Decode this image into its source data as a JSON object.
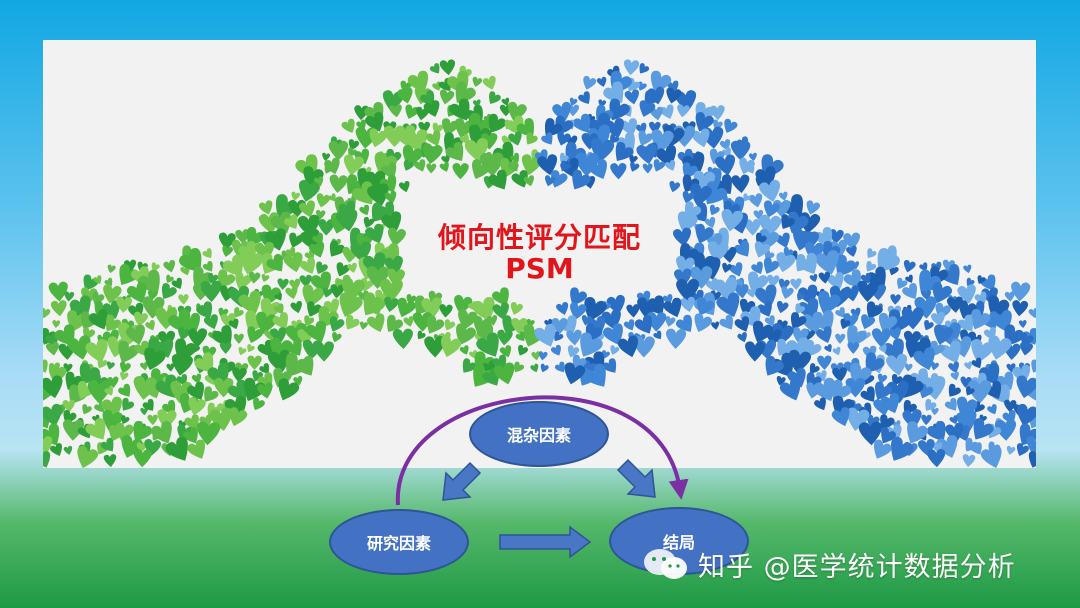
{
  "slide": {
    "title_cn": "倾向性评分匹配",
    "title_en": "PSM"
  },
  "diagram": {
    "nodes": {
      "confounder": "混杂因素",
      "exposure": "研究因素",
      "outcome": "结局"
    },
    "colors": {
      "node_fill": "#4372c4",
      "node_border": "#2e5596",
      "arrow_fill": "#4a76c6",
      "curved_arrow": "#7b2fa3"
    }
  },
  "watermark": {
    "text": "知乎 @医学统计数据分析",
    "icon": "wechat-icon"
  },
  "colors": {
    "title": "#e2151b",
    "left_hand": "#3fae3a",
    "right_hand": "#2f7fd1"
  }
}
